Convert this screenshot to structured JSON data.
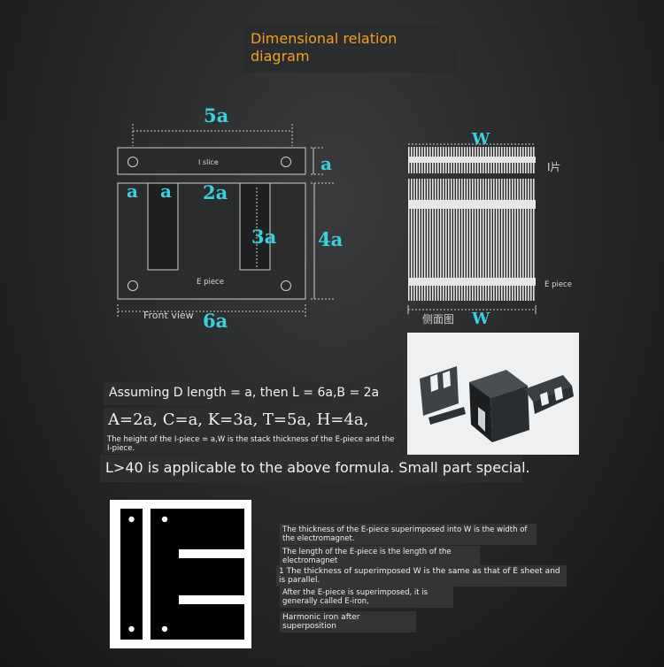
{
  "title": "Dimensional relation diagram",
  "front": {
    "label_5a": "5a",
    "label_a_right": "a",
    "label_a_left1": "a",
    "label_a_left2": "a",
    "label_2a": "2a",
    "label_3a": "3a",
    "label_4a": "4a",
    "label_6a": "6a",
    "i_slice": "I slice",
    "e_piece": "E piece",
    "front_view": "Front view"
  },
  "side": {
    "label_w_top": "W",
    "label_w_bottom": "W",
    "i_piece": "I片",
    "e_piece": "E piece",
    "side_view": "侧面图"
  },
  "formulas": {
    "assume": "Assuming D length = a, then L = 6a,B = 2a",
    "relations": "A=2a, C=a, K=3a, T=5a, H=4a,",
    "height_note": "The height of the I-piece = a,W is the stack thickness of the E-piece and the I-piece.",
    "applicable": "L>40 is applicable to the above formula. Small part special."
  },
  "notes": [
    "The thickness of the E-piece superimposed into W is the width of the electromagnet.",
    "The length of the E-piece is the length of the electromagnet",
    "1 The thickness of superimposed W is the same as that of E sheet and is parallel.",
    "After the E-piece is superimposed, it is generally called E-iron,",
    "Harmonic iron after superposition"
  ],
  "colors": {
    "title": "#f3a020",
    "dimension": "#3ad0df",
    "background": "#252628"
  }
}
